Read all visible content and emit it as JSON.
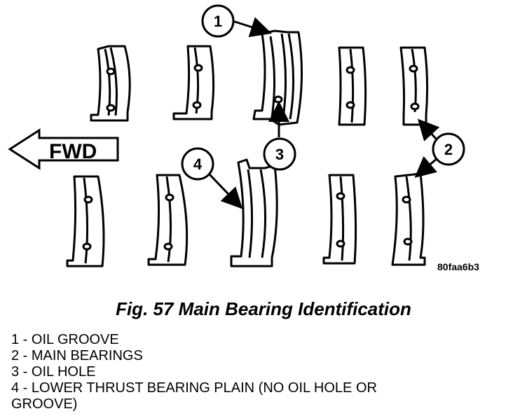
{
  "diagram": {
    "forward_label": "FWD",
    "figure_code": "80faa6b3",
    "callouts": [
      "1",
      "2",
      "3",
      "4"
    ]
  },
  "caption": "Fig. 57 Main Bearing Identification",
  "legend": [
    "1 - OIL GROOVE",
    "2 - MAIN BEARINGS",
    "3 - OIL HOLE",
    "4 - LOWER THRUST BEARING PLAIN (NO OIL HOLE OR GROOVE)"
  ]
}
